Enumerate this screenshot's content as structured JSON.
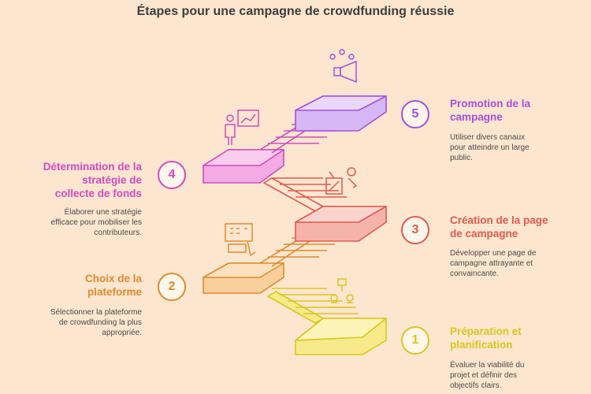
{
  "title": "Étapes pour une campagne de crowdfunding réussie",
  "steps": [
    {
      "number": "1",
      "title_lines": [
        "Préparation et",
        "planification"
      ],
      "desc_lines": [
        "Évaluer la viabilité du",
        "projet et définir des",
        "objectifs clairs."
      ],
      "color": "#d9c61c",
      "icon": "team-meeting-icon"
    },
    {
      "number": "2",
      "title_lines": [
        "Choix de la",
        "plateforme"
      ],
      "desc_lines": [
        "Sélectionner la plateforme",
        "de crowdfunding la plus",
        "appropriée."
      ],
      "color": "#e08b2e",
      "icon": "payment-touch-icon"
    },
    {
      "number": "3",
      "title_lines": [
        "Création de la page",
        "de campagne"
      ],
      "desc_lines": [
        "Développer une page de",
        "campagne attrayante et",
        "convaincante."
      ],
      "color": "#e05a4f",
      "icon": "design-board-icon"
    },
    {
      "number": "4",
      "title_lines": [
        "Détermination de la",
        "stratégie de",
        "collecte de fonds"
      ],
      "desc_lines": [
        "Élaborer une stratégie",
        "efficace pour mobiliser les",
        "contributeurs."
      ],
      "color": "#d24bbf",
      "icon": "presentation-icon"
    },
    {
      "number": "5",
      "title_lines": [
        "Promotion de la",
        "campagne"
      ],
      "desc_lines": [
        "Utiliser divers canaux",
        "pour atteindre un large",
        "public."
      ],
      "color": "#a350e0",
      "icon": "megaphone-icon"
    }
  ]
}
